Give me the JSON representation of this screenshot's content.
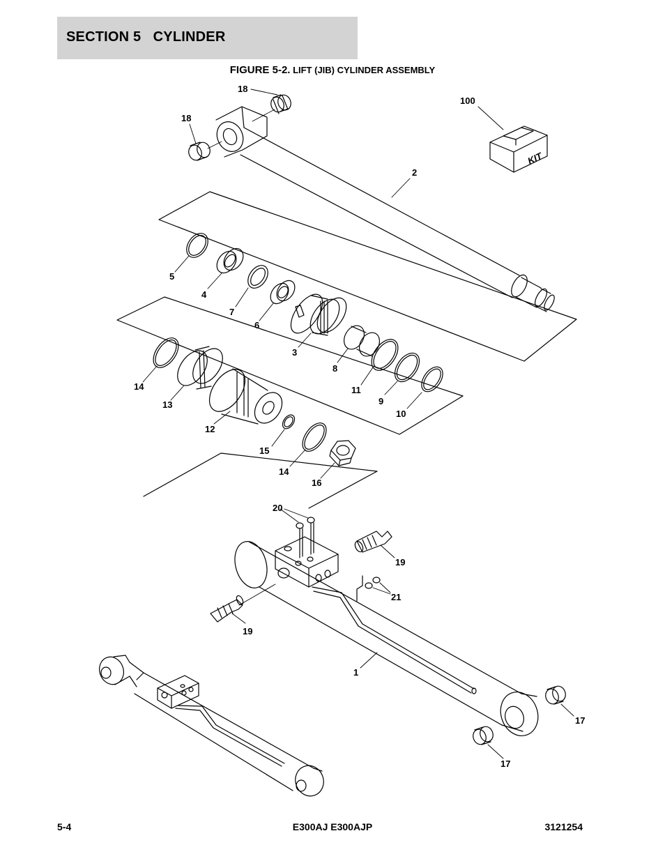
{
  "header": {
    "section_title": "SECTION 5   CYLINDER"
  },
  "figure": {
    "number": "FIGURE 5-2.",
    "name": " LIFT (JIB) CYLINDER ASSEMBLY",
    "callouts": {
      "c18a": "18",
      "c18b": "18",
      "c100": "100",
      "c2": "2",
      "c5": "5",
      "c4": "4",
      "c7": "7",
      "c6": "6",
      "c3": "3",
      "c8": "8",
      "c11": "11",
      "c9": "9",
      "c10": "10",
      "c14a": "14",
      "c13": "13",
      "c12": "12",
      "c15": "15",
      "c14b": "14",
      "c16": "16",
      "c20": "20",
      "c19a": "19",
      "c21": "21",
      "c19b": "19",
      "c1": "1",
      "c17a": "17",
      "c17b": "17"
    },
    "kit_label": "KIT"
  },
  "footer": {
    "page": "5-4",
    "model": "E300AJ E300AJP",
    "doc_number": "3121254"
  }
}
